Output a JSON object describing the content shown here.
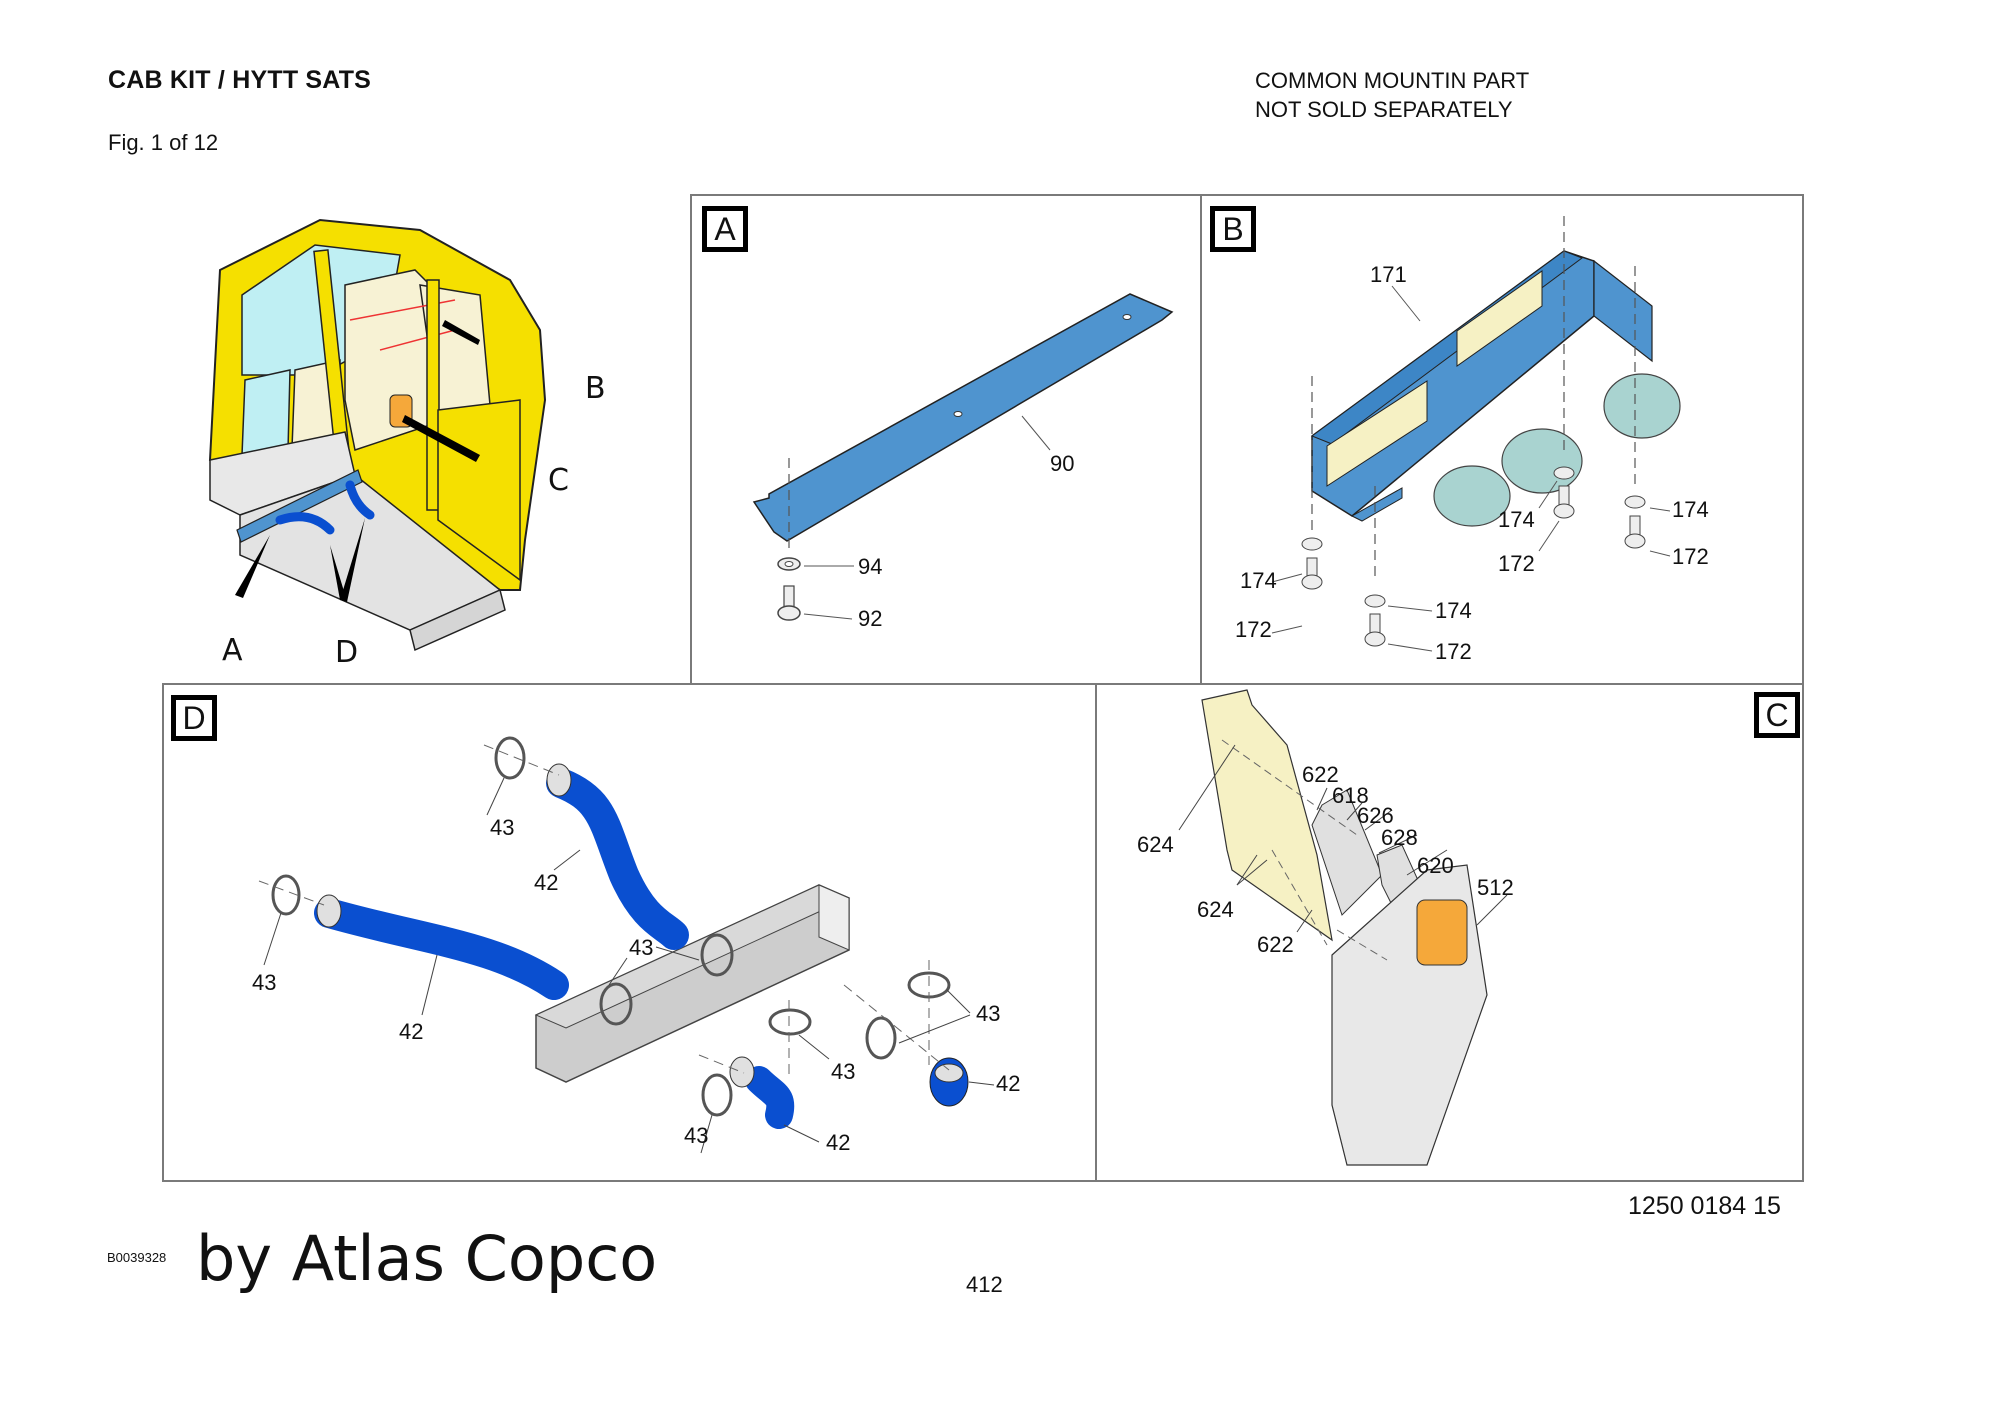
{
  "header": {
    "title": "CAB KIT / HYTT SATS",
    "figure": "Fig. 1 of 12",
    "note_line1": "COMMON MOUNTIN PART",
    "note_line2": "NOT SOLD SEPARATELY"
  },
  "overview": {
    "callouts": [
      "A",
      "B",
      "C",
      "D"
    ]
  },
  "panels": {
    "A": {
      "tag": "A",
      "part_labels": [
        "90",
        "94",
        "92"
      ]
    },
    "B": {
      "tag": "B",
      "part_labels": [
        "171",
        "174",
        "172",
        "174",
        "172",
        "174",
        "172",
        "174",
        "172"
      ]
    },
    "C": {
      "tag": "C",
      "part_labels": [
        "622",
        "618",
        "626",
        "628",
        "620",
        "512",
        "624",
        "624",
        "622"
      ]
    },
    "D": {
      "tag": "D",
      "part_labels": [
        "43",
        "42",
        "43",
        "42",
        "43",
        "43",
        "43",
        "42",
        "43",
        "42"
      ]
    }
  },
  "footer": {
    "document_number": "1250 0184 15",
    "drawing_id": "B0039328",
    "brand": "by Atlas Copco",
    "page_number": "412"
  },
  "colors": {
    "cab_yellow": "#f5e000",
    "part_blue": "#4f94cf",
    "hose_blue": "#0a4fd0",
    "panel_border": "#7a7a7a",
    "cover_orange": "#f5a83a",
    "plate_cream": "#f6f1c4"
  }
}
